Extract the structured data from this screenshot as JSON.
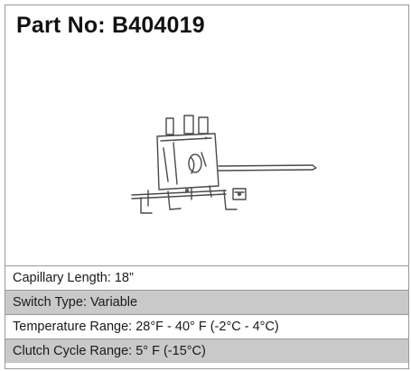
{
  "part": {
    "title": "Part No: B404019"
  },
  "specs": [
    {
      "text": "Capillary Length: 18”"
    },
    {
      "text": "Switch Type: Variable"
    },
    {
      "text": "Temperature Range: 28°F - 40° F (-2°C - 4°C)"
    },
    {
      "text": "Clutch Cycle Range: 5° F (-15°C)"
    }
  ],
  "colors": {
    "alt_row": "#c9c9c9",
    "border": "#9a9a9a"
  },
  "icons": {
    "figure": "thermostat-switch-illustration"
  }
}
